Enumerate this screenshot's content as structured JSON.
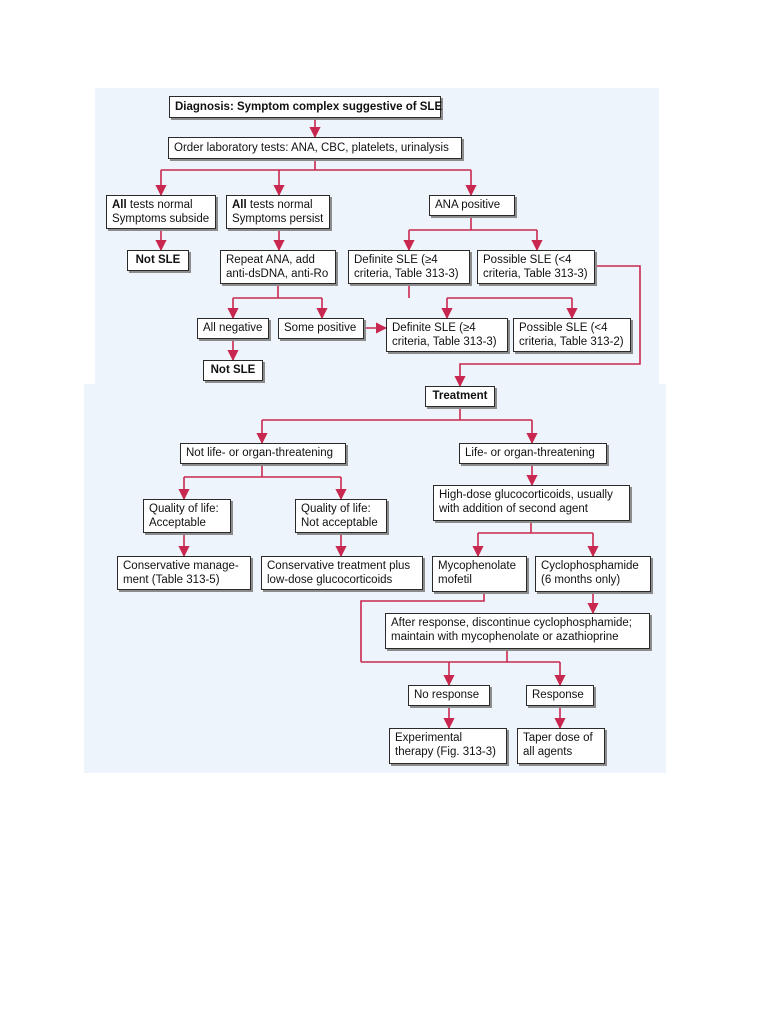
{
  "colors": {
    "background": "#eef4fb",
    "connector": "#c8284f",
    "box_border": "#2a2a2a"
  },
  "nodes": {
    "diagnosis": "Diagnosis: Symptom complex suggestive of SLE",
    "order_tests": "Order laboratory tests: ANA, CBC, platelets, urinalysis",
    "all_normal_subside": {
      "bold": "All",
      "line1": " tests normal",
      "line2": "Symptoms subside"
    },
    "all_normal_persist": {
      "bold": "All",
      "line1": " tests normal",
      "line2": "Symptoms persist"
    },
    "ana_positive": "ANA positive",
    "not_sle_1": "Not SLE",
    "repeat_ana": {
      "line1": "Repeat ANA, add",
      "line2": "anti-dsDNA, anti-Ro"
    },
    "definite_sle_1": {
      "line1": "Definite SLE (≥4",
      "line2": "criteria, Table 313-3)"
    },
    "possible_sle_1": {
      "line1": "Possible SLE (<4",
      "line2": "criteria, Table 313-3)"
    },
    "all_negative": "All negative",
    "some_positive": "Some positive",
    "definite_sle_2": {
      "line1": "Definite SLE (≥4",
      "line2": "criteria, Table 313-3)"
    },
    "possible_sle_2": {
      "line1": "Possible SLE (<4",
      "line2": "criteria, Table 313-2)"
    },
    "not_sle_2": "Not SLE",
    "treatment": "Treatment",
    "not_life_threatening": "Not life- or organ-threatening",
    "life_threatening": "Life- or organ-threatening",
    "qol_acceptable": {
      "line1": "Quality of life:",
      "line2": "Acceptable"
    },
    "qol_not_acceptable": {
      "line1": "Quality of life:",
      "line2": "Not acceptable"
    },
    "high_dose": {
      "line1": "High-dose glucocorticoids, usually",
      "line2": "with addition of second agent"
    },
    "conservative_mgmt": {
      "line1": "Conservative manage-",
      "line2": "ment (Table 313-5)"
    },
    "conservative_treatment": {
      "line1": "Conservative treatment plus",
      "line2": "low-dose glucocorticoids"
    },
    "mycophenolate": {
      "line1": "Mycophenolate",
      "line2": "mofetil"
    },
    "cyclophosphamide": {
      "line1": "Cyclophosphamide",
      "line2": "(6 months only)"
    },
    "after_response": {
      "line1": "After response, discontinue cyclophosphamide;",
      "line2": "maintain with mycophenolate or azathioprine"
    },
    "no_response": "No response",
    "response": "Response",
    "experimental": {
      "line1": "Experimental",
      "line2": "therapy (Fig. 313-3)"
    },
    "taper": {
      "line1": "Taper dose of",
      "line2": "all agents"
    }
  }
}
